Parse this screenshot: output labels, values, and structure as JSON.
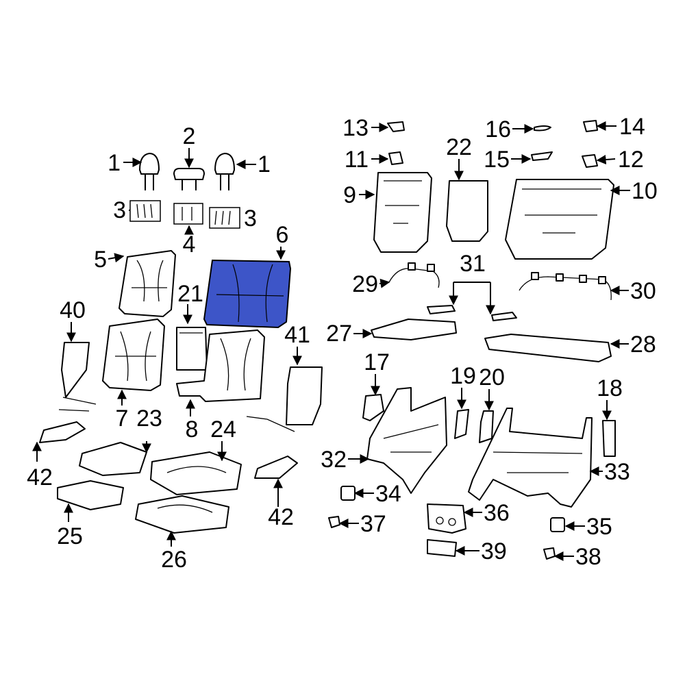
{
  "diagram": {
    "highlight_color": "#3D55C8",
    "highlighted_part": "6",
    "callouts": {
      "c1a": "1",
      "c1b": "1",
      "c2": "2",
      "c3a": "3",
      "c3b": "3",
      "c4": "4",
      "c5": "5",
      "c6": "6",
      "c7": "7",
      "c8": "8",
      "c9": "9",
      "c10": "10",
      "c11": "11",
      "c12": "12",
      "c13": "13",
      "c14": "14",
      "c15": "15",
      "c16": "16",
      "c17": "17",
      "c18": "18",
      "c19": "19",
      "c20": "20",
      "c21": "21",
      "c22": "22",
      "c23": "23",
      "c24": "24",
      "c25": "25",
      "c26": "26",
      "c27": "27",
      "c28": "28",
      "c29": "29",
      "c30": "30",
      "c31": "31",
      "c32": "32",
      "c33": "33",
      "c34": "34",
      "c35": "35",
      "c36": "36",
      "c37": "37",
      "c38": "38",
      "c39": "39",
      "c40": "40",
      "c41": "41",
      "c42a": "42",
      "c42b": "42"
    }
  }
}
